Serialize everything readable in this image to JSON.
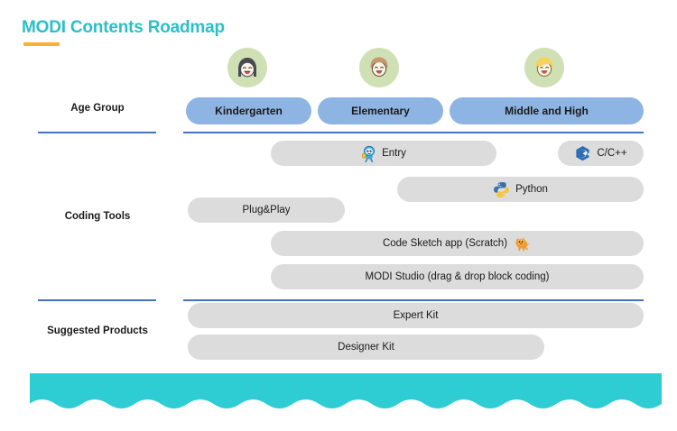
{
  "header": {
    "title": "MODI Contents Roadmap",
    "accent_color": "#2bbfc9",
    "underline_color": "#f5b335"
  },
  "rows": [
    {
      "label": "Age Group"
    },
    {
      "label": "Coding Tools"
    },
    {
      "label": "Suggested Products"
    }
  ],
  "age_groups": [
    {
      "label": "Kindergarten",
      "avatar": "girl-dark-hair-avatar-icon"
    },
    {
      "label": "Elementary",
      "avatar": "boy-brown-hair-avatar-icon"
    },
    {
      "label": "Middle and High",
      "avatar": "boy-blonde-hair-avatar-icon"
    }
  ],
  "coding_tools": [
    {
      "label": "Entry",
      "icon": "entry-robot-icon"
    },
    {
      "label": "C/C++",
      "icon": "cpp-logo-icon"
    },
    {
      "label": "Python",
      "icon": "python-logo-icon"
    },
    {
      "label": "Plug&Play",
      "icon": ""
    },
    {
      "label": "Code Sketch app (Scratch)",
      "icon": "scratch-cat-icon"
    },
    {
      "label": "MODI Studio (drag & drop block coding)",
      "icon": ""
    }
  ],
  "suggested_products": [
    {
      "label": "Expert Kit"
    },
    {
      "label": "Designer Kit"
    }
  ],
  "colors": {
    "age_pill": "#8db4e2",
    "tool_pill": "#dcdcdc",
    "divider": "#4472c4",
    "avatar_circle": "#cfe0b4",
    "wave": "#2ecdd4"
  }
}
